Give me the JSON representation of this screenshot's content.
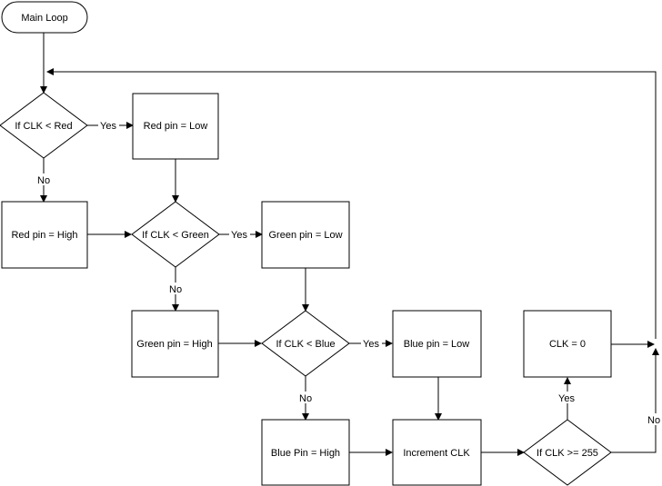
{
  "diagram": {
    "start": {
      "label": "Main Loop"
    },
    "decisions": {
      "clk_red": "If CLK < Red",
      "clk_green": "If CLK < Green",
      "clk_blue": "If CLK < Blue",
      "clk_255": "If CLK >= 255"
    },
    "processes": {
      "red_low": "Red pin = Low",
      "red_high": "Red pin = High",
      "green_low": "Green pin = Low",
      "green_high": "Green pin = High",
      "blue_low": "Blue pin = Low",
      "blue_high": "Blue Pin = High",
      "increment": "Increment CLK",
      "clk_zero": "CLK = 0"
    },
    "edge_labels": {
      "yes": "Yes",
      "no": "No"
    }
  }
}
